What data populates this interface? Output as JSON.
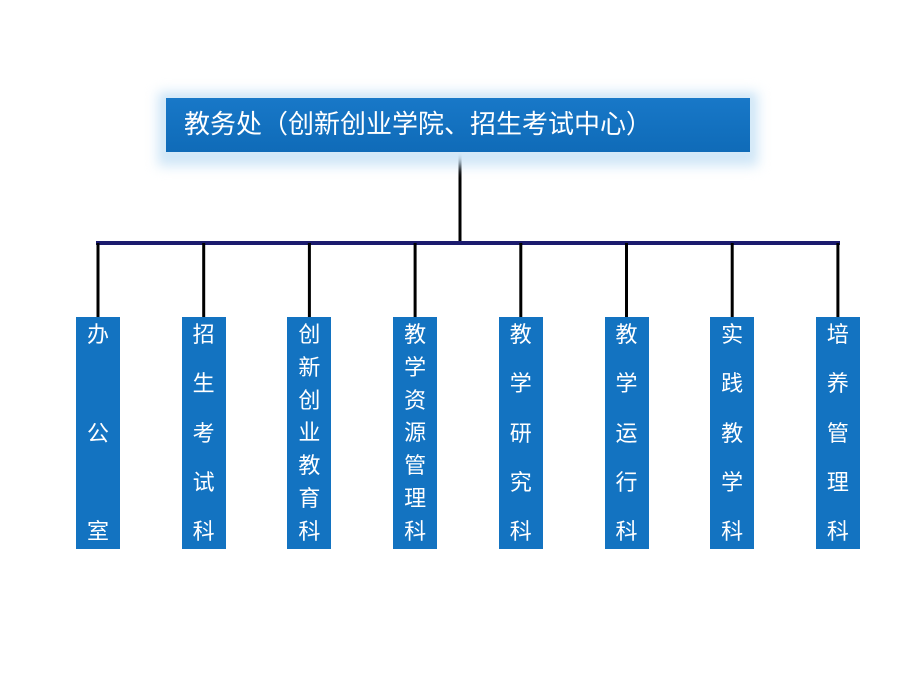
{
  "root": {
    "label": "教务处（创新创业学院、招生考试中心）"
  },
  "departments": [
    {
      "label": "办公室"
    },
    {
      "label": "招生考试科"
    },
    {
      "label": "创新创业教育科"
    },
    {
      "label": "教学资源管理科"
    },
    {
      "label": "教学研究科"
    },
    {
      "label": "教学运行科"
    },
    {
      "label": "实践教学科"
    },
    {
      "label": "培养管理科"
    }
  ],
  "colors": {
    "box_fill": "#1373c1",
    "root_fill": "#1878c8",
    "bus_line": "#1b1b6e",
    "connector": "#000000",
    "text": "#ffffff"
  }
}
